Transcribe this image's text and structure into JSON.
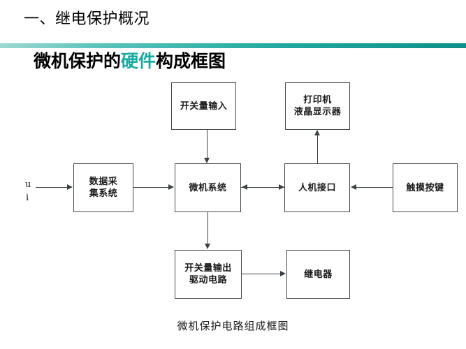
{
  "slide": {
    "heading": "一、继电保护概况",
    "title": {
      "before": "微机保护的",
      "highlight": "硬件",
      "after": "构成框图",
      "highlight_color": "#17a9a0"
    },
    "divider_color_left": "#9ed9d2",
    "divider_color_right": "#0e8f89",
    "caption": "微机保护电路组成框图"
  },
  "diagram": {
    "signal_labels": {
      "voltage": "u",
      "current": "i"
    },
    "nodes": [
      {
        "id": "di",
        "label": "开关量输入"
      },
      {
        "id": "display",
        "label": "打印机\n液晶显示器"
      },
      {
        "id": "daq",
        "label": "数据采\n集系统"
      },
      {
        "id": "mcu",
        "label": "微机系统"
      },
      {
        "id": "hmi",
        "label": "人机接口"
      },
      {
        "id": "keys",
        "label": "触摸按键"
      },
      {
        "id": "do",
        "label": "开关量输出\n驱动电路"
      },
      {
        "id": "relay",
        "label": "继电器"
      }
    ],
    "edges": [
      {
        "from": "input-signal",
        "to": "daq",
        "direction": "right"
      },
      {
        "from": "daq",
        "to": "mcu",
        "direction": "right"
      },
      {
        "from": "di",
        "to": "mcu",
        "direction": "down"
      },
      {
        "from": "mcu",
        "to": "hmi",
        "direction": "both"
      },
      {
        "from": "keys",
        "to": "hmi",
        "direction": "left"
      },
      {
        "from": "hmi",
        "to": "display",
        "direction": "up"
      },
      {
        "from": "mcu",
        "to": "do",
        "direction": "down"
      },
      {
        "from": "do",
        "to": "relay",
        "direction": "right"
      }
    ]
  }
}
